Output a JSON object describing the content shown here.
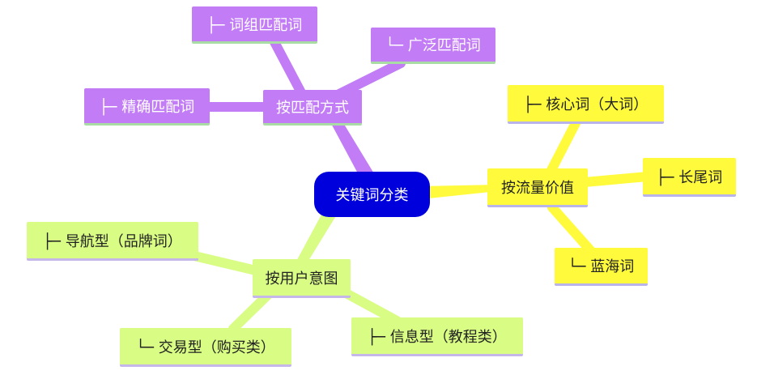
{
  "root": {
    "label": "关键词分类"
  },
  "branches": {
    "match": {
      "label": "按匹配方式",
      "children": [
        "├─ 词组匹配词",
        "└─ 广泛匹配词",
        "├─ 精确匹配词"
      ]
    },
    "traffic": {
      "label": "按流量价值",
      "children": [
        "├─ 核心词（大词）",
        "├─ 长尾词",
        "└─ 蓝海词"
      ]
    },
    "intent": {
      "label": "按用户意图",
      "children": [
        "├─ 导航型（品牌词）",
        "└─ 交易型（购买类）",
        "├─ 信息型（教程类）"
      ]
    }
  },
  "colors": {
    "root": "#0000dd",
    "match": "#c27cf5",
    "traffic": "#fffb3c",
    "intent": "#d8fc84"
  }
}
